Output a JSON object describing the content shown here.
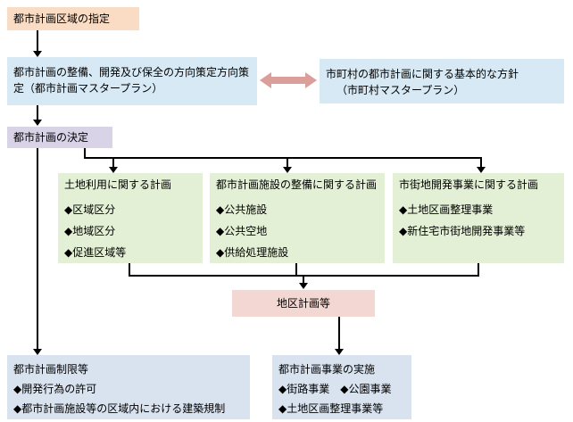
{
  "colors": {
    "designation_box": "#fadcc4",
    "master_plan_box": "#d7e9f4",
    "decision_box": "#d9d3e8",
    "plan_boxes": "#e4f0d6",
    "district_plan_box": "#f3d7d2",
    "bottom_boxes": "#d9e3f0",
    "double_arrow": "#db9e9a",
    "connector": "#000000"
  },
  "flowchart": {
    "designation": {
      "label": "都市計画区域の指定"
    },
    "city_master_plan": {
      "text": "都市計画の整備、開発及び保全の方向策定方向策定（都市計画マスタープラン）"
    },
    "municipal_master_plan": {
      "line1": "市町村の都市計画に関する基本的な方針",
      "line2": "（市町村マスタープラン）"
    },
    "decision": {
      "label": "都市計画の決定"
    },
    "land_use_plan": {
      "title": "土地利用に関する計画",
      "items": [
        "◆区域区分",
        "◆地域区分",
        "◆促進区域等"
      ]
    },
    "facility_plan": {
      "title": "都市計画施設の整備に関する計画",
      "items": [
        "◆公共施設",
        "◆公共空地",
        "◆供給処理施設"
      ]
    },
    "development_plan": {
      "title": "市街地開発事業に関する計画",
      "items": [
        "◆土地区画整理事業",
        "◆新住宅市街地開発事業等"
      ]
    },
    "district_plan": {
      "label": "地区計画等"
    },
    "restrictions": {
      "title": "都市計画制限等",
      "items": [
        "◆開発行為の許可",
        "◆都市計画施設等の区域内における建築規制"
      ]
    },
    "implementation": {
      "title": "都市計画事業の実施",
      "items": [
        "◆街路事業　◆公園事業",
        "◆土地区画整理事業等"
      ]
    }
  }
}
